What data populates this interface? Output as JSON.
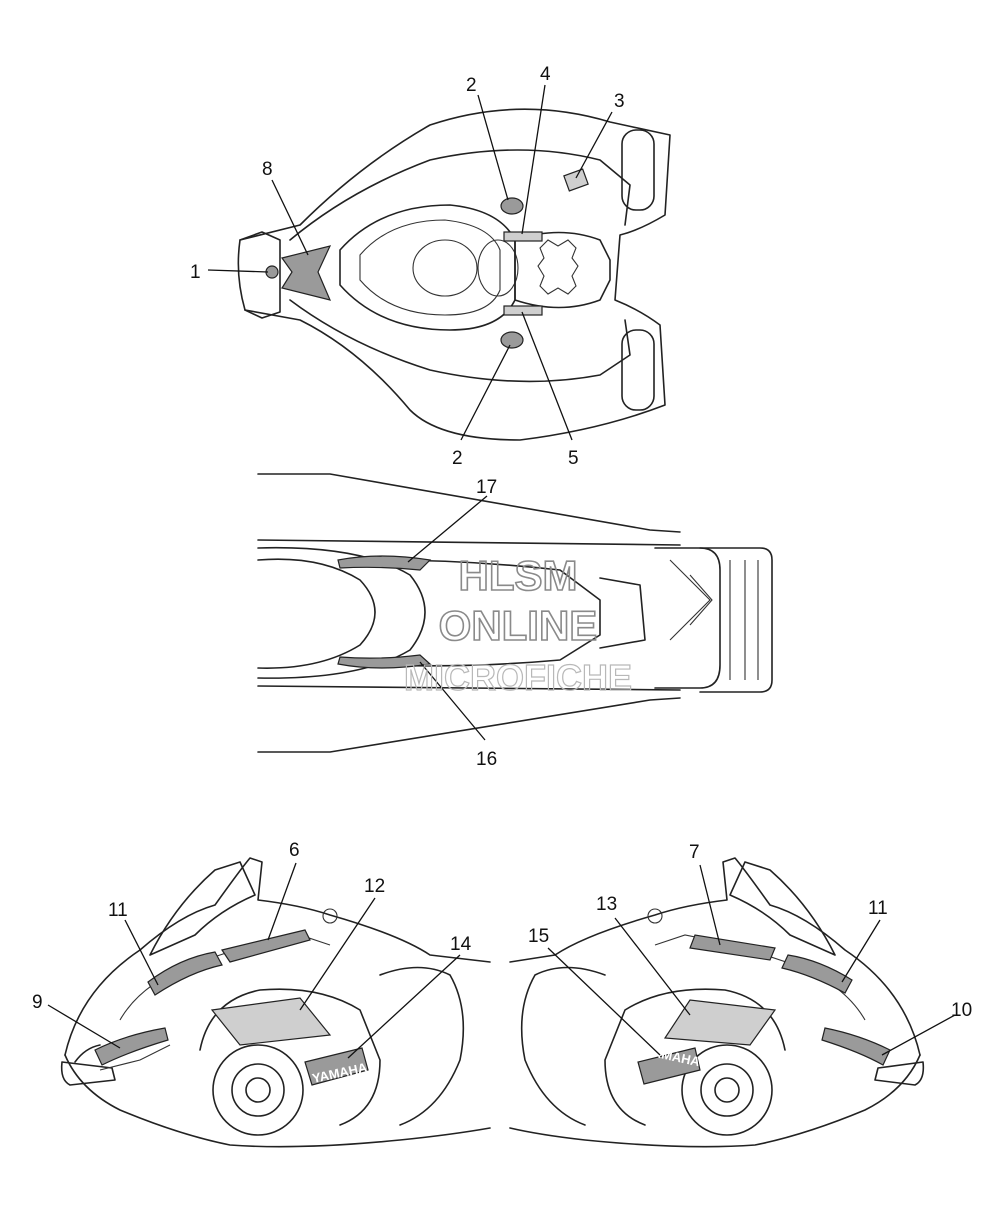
{
  "watermark": {
    "line1": "HLSM",
    "line2": "ONLINE",
    "line3": "MICROFICHE"
  },
  "callouts": {
    "c1": "1",
    "c2a": "2",
    "c2b": "2",
    "c3": "3",
    "c4": "4",
    "c5": "5",
    "c6": "6",
    "c7": "7",
    "c8": "8",
    "c9": "9",
    "c10": "10",
    "c11a": "11",
    "c11b": "11",
    "c12": "12",
    "c13": "13",
    "c14": "14",
    "c15": "15",
    "c16": "16",
    "c17": "17"
  },
  "decal_text": {
    "left_brand": "YAMAHA",
    "right_brand": "YAMAHA"
  }
}
